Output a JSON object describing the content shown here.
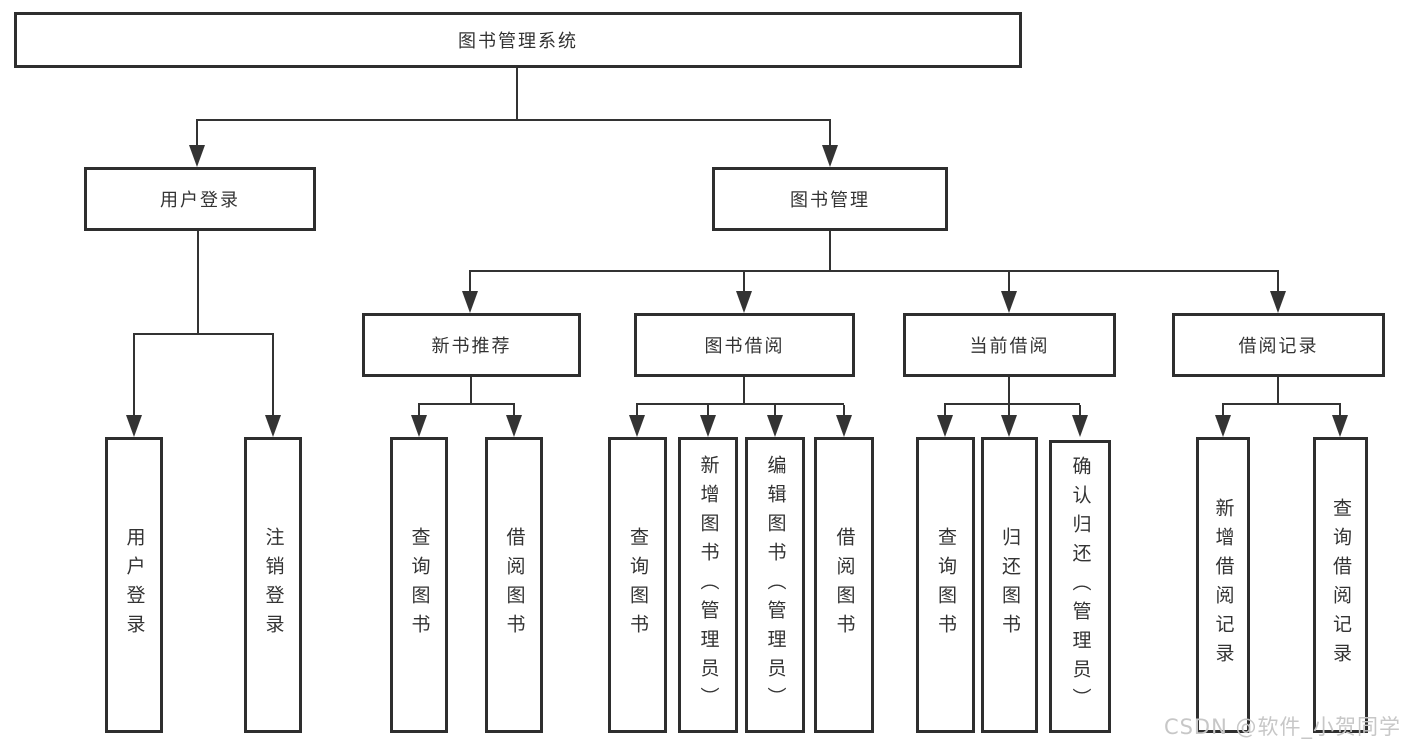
{
  "diagram": {
    "type": "hierarchy-flowchart",
    "colors": {
      "background": "#ffffff",
      "box_border": "#2e2e2e",
      "connector_line": "#333333",
      "text": "#333333",
      "watermark": "#c7c7c7"
    }
  },
  "tree": {
    "root": {
      "label": "图书管理系统"
    },
    "branches": [
      {
        "label": "用户登录",
        "leaves": [
          {
            "label": "用户登录"
          },
          {
            "label": "注销登录"
          }
        ]
      },
      {
        "label": "图书管理",
        "groups": [
          {
            "label": "新书推荐",
            "leaves": [
              {
                "label": "查询图书"
              },
              {
                "label": "借阅图书"
              }
            ]
          },
          {
            "label": "图书借阅",
            "leaves": [
              {
                "label": "查询图书"
              },
              {
                "label": "新增图书（管理员）"
              },
              {
                "label": "编辑图书（管理员）"
              },
              {
                "label": "借阅图书"
              }
            ]
          },
          {
            "label": "当前借阅",
            "leaves": [
              {
                "label": "查询图书"
              },
              {
                "label": "归还图书"
              },
              {
                "label": "确认归还（管理员）"
              }
            ]
          },
          {
            "label": "借阅记录",
            "leaves": [
              {
                "label": "新增借阅记录"
              },
              {
                "label": "查询借阅记录"
              }
            ]
          }
        ]
      }
    ]
  },
  "watermark": {
    "text": "CSDN @软件_小贺同学"
  }
}
